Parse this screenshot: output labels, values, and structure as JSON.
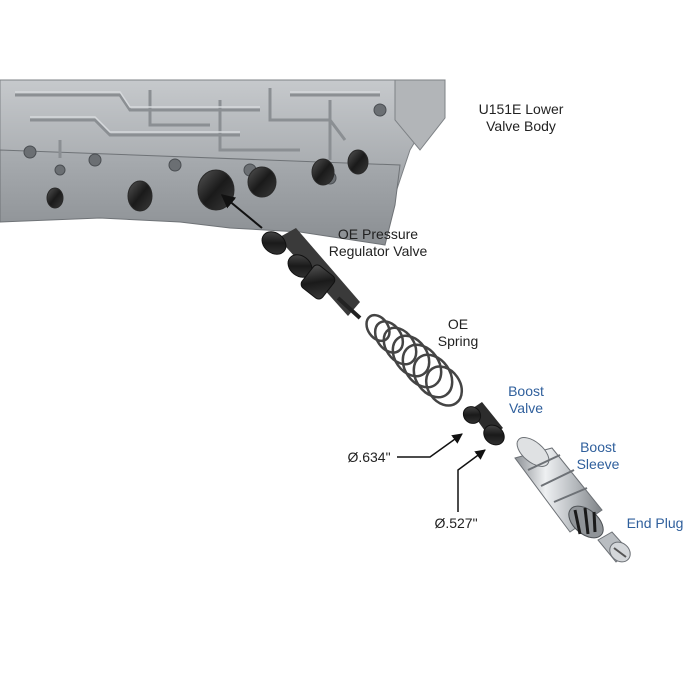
{
  "title_line1": "U151E Lower",
  "title_line2": "Valve Body",
  "labels": {
    "pressure_regulator": [
      "OE Pressure",
      "Regulator Valve"
    ],
    "oe_spring": [
      "OE",
      "Spring"
    ],
    "boost_valve": [
      "Boost",
      "Valve"
    ],
    "boost_sleeve": [
      "Boost",
      "Sleeve"
    ],
    "end_plug": "End Plug",
    "dim_634": "Ø.634\"",
    "dim_527": "Ø.527\""
  },
  "colors": {
    "casting": "#b9bcbf",
    "casting_dark": "#8e9296",
    "oe_part": "#2b2b2b",
    "sleeve_metal": "#c9cccf",
    "label_blue": "#2f5f9c",
    "label_black": "#222222"
  }
}
